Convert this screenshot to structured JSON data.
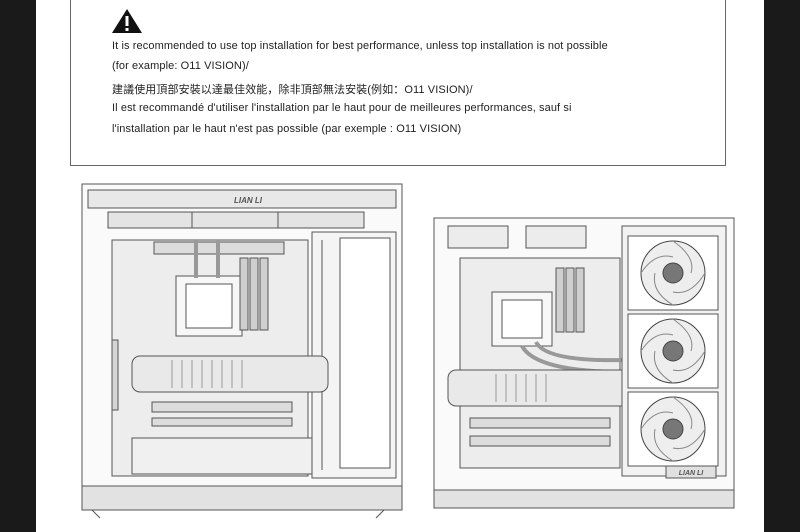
{
  "notice": {
    "icon": "warning-icon",
    "lines": [
      "It is recommended to use top installation for best performance, unless top installation is not possible",
      "(for example: O11 VISION)/",
      "建議使用頂部安裝以達最佳效能，除非頂部無法安裝(例如：O11 VISION)/",
      "Il est recommandé d'utiliser l'installation par le haut pour de meilleures performances, sauf si",
      "l'installation par le haut n'est pas possible (par exemple : O11 VISION)"
    ]
  },
  "diagrams": {
    "left_case_logo": "LIAN LI",
    "right_case_logo": "LIAN LI"
  },
  "colors": {
    "line": "#555555",
    "fill": "#e6e6e6",
    "dark": "#333333"
  }
}
